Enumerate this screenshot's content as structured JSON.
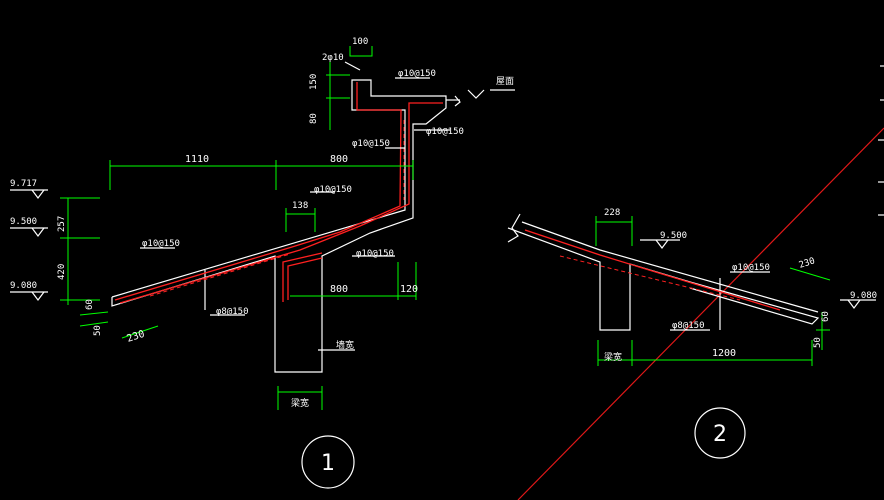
{
  "section1": {
    "dim_top": "100",
    "rebar_2phi10": "2φ10",
    "rebar_top_right": "φ10@150",
    "dim_150": "150",
    "dim_80": "80",
    "dim_1110": "1110",
    "dim_800_top": "800",
    "dim_138": "138",
    "rebar_mid1": "φ10@150",
    "rebar_mid2": "φ10@150",
    "rebar_left": "φ10@150",
    "rebar_right_lower": "φ10@150",
    "rebar_bottom": "φ8@150",
    "dim_800_bottom": "800",
    "dim_120": "120",
    "dim_230": "230",
    "dim_257": "257",
    "dim_420": "420",
    "dim_60": "60",
    "dim_50": "50",
    "elev_9717": "9.717",
    "elev_9500": "9.500",
    "elev_9080": "9.080",
    "label_beam": "梁宽",
    "label_wall": "墙宽",
    "label_wall_right": "屋面",
    "circle_number": "1"
  },
  "section2": {
    "dim_228": "228",
    "elev_9500": "9.500",
    "rebar_upper": "φ10@150",
    "dim_230": "230",
    "elev_9080": "9.080",
    "rebar_lower": "φ8@150",
    "dim_60": "60",
    "dim_50": "50",
    "dim_1200": "1200",
    "label_wall": "梁宽",
    "circle_number": "2"
  },
  "colors": {
    "background": "#000000",
    "lines": "#ffffff",
    "dimension": "#00ff00",
    "rebar": "#ff2020"
  }
}
